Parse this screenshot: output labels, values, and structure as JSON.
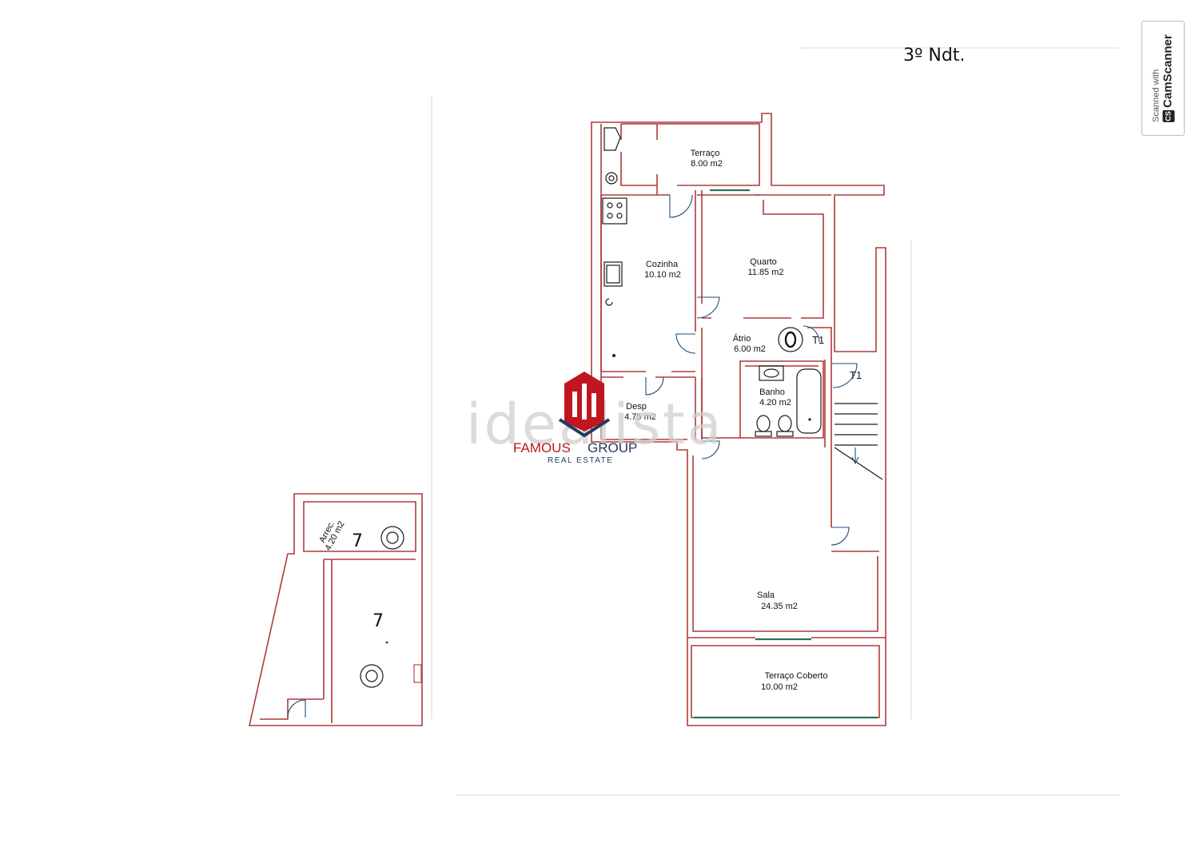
{
  "scan_note": "3º Ndt.",
  "rooms": {
    "terraco": {
      "name": "Terraço",
      "area": "8.00 m2"
    },
    "cozinha": {
      "name": "Cozinha",
      "area": "10.10 m2"
    },
    "quarto": {
      "name": "Quarto",
      "area": "11.85 m2"
    },
    "atrio": {
      "name": "Átrio",
      "area": "6.00 m2"
    },
    "banho": {
      "name": "Banho",
      "area": "4.20 m2"
    },
    "desp": {
      "name": "Desp",
      "area": "4.75 m2"
    },
    "sala": {
      "name": "Sala",
      "area": "24.35 m2"
    },
    "terraco_coberto": {
      "name": "Terraço Coberto",
      "area": "10.00 m2"
    },
    "arrec": {
      "name": "Arrec.",
      "area": "4.20 m2"
    }
  },
  "tags": {
    "t1_atrio": "T1",
    "t1_stair": "T1",
    "seven_arrec": "7",
    "seven_garage": "7"
  },
  "watermark": {
    "text": "idealista",
    "brand_red": "FAMOUS",
    "brand_blue": "GROUP",
    "brand_sub": "REAL ESTATE",
    "colors": {
      "red": "#c0161f",
      "navy": "#1f3a5f"
    }
  },
  "camscanner": {
    "line1": "Scanned with",
    "line2": "CamScanner",
    "logo": "CS"
  },
  "colors": {
    "walls": "#b03a3a",
    "doors": "#1d4f7a",
    "windows": "#2e6f5a"
  }
}
